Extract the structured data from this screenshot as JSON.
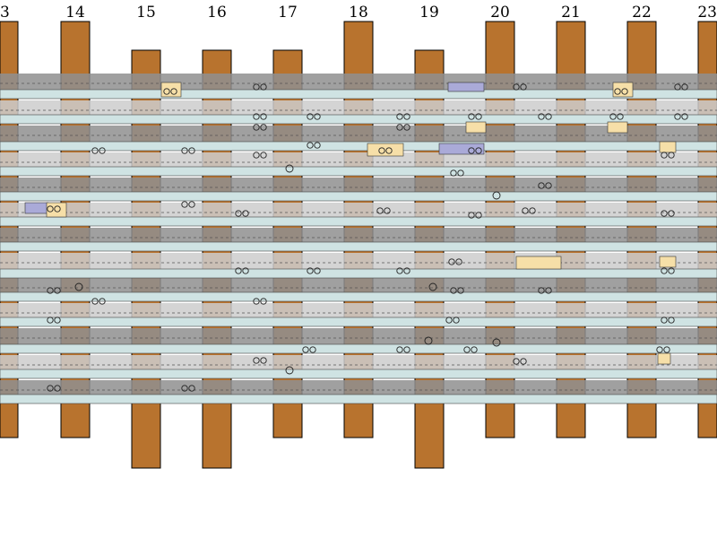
{
  "column_numbers": [
    "3",
    "14",
    "15",
    "16",
    "17",
    "18",
    "19",
    "20",
    "21",
    "22",
    "23"
  ],
  "colors": {
    "pin_orange": "#b8732e",
    "rail_dark": "#8f8f8f",
    "rail_light": "#cdcdcd",
    "trace_blue": "#cfe3e3",
    "pad_yellow": "#f6dfa8",
    "lavender": "#aaaad8",
    "outline": "#000000",
    "background": "#ffffff"
  },
  "icons": {
    "screw_pair": "screw-pair-icon",
    "single_screw": "circle-screw-icon"
  }
}
